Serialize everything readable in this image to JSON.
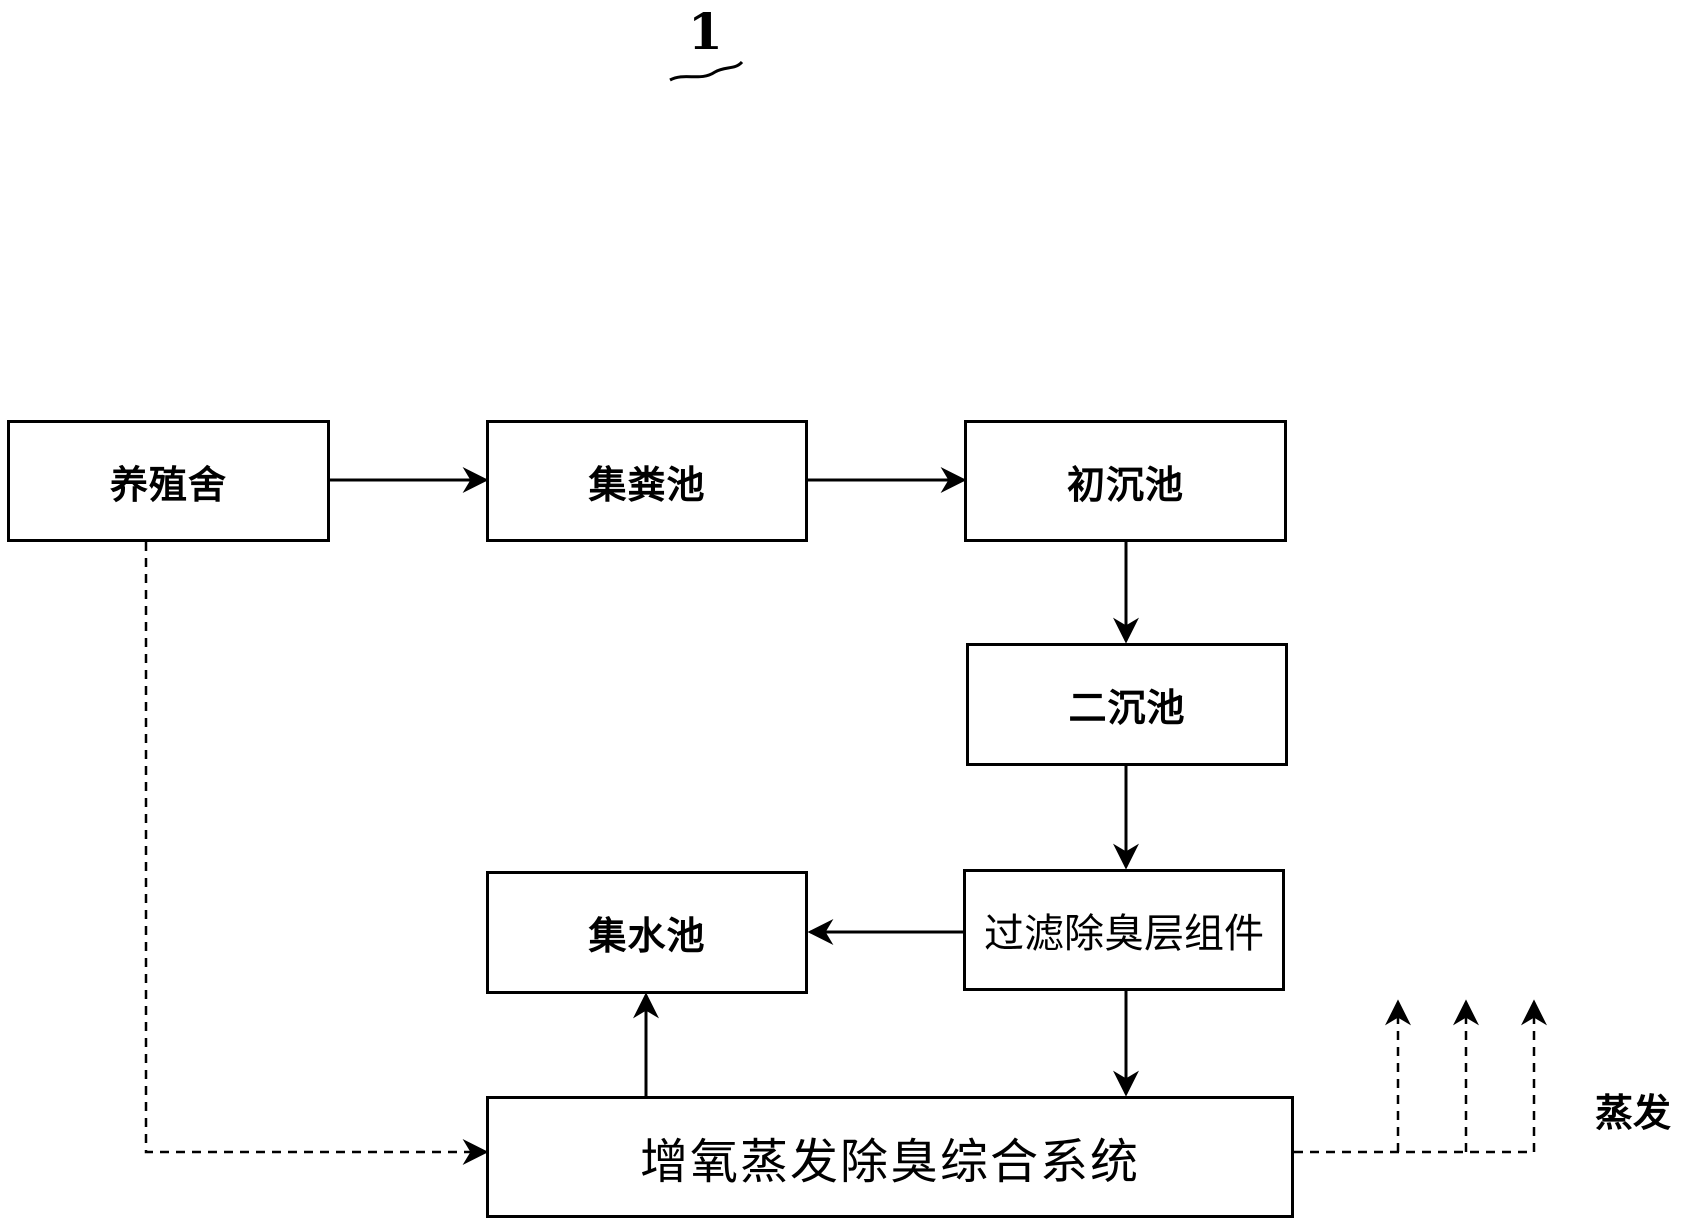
{
  "figure": {
    "number": "1"
  },
  "nodes": {
    "farm_house": "养殖舍",
    "manure_pool": "集粪池",
    "primary_settling": "初沉池",
    "secondary_settling": "二沉池",
    "filter_deodorize": "过滤除臭层组件",
    "water_collection": "集水池",
    "integrated_system": "增氧蒸发除臭综合系统"
  },
  "labels": {
    "evaporation": "蒸发"
  }
}
